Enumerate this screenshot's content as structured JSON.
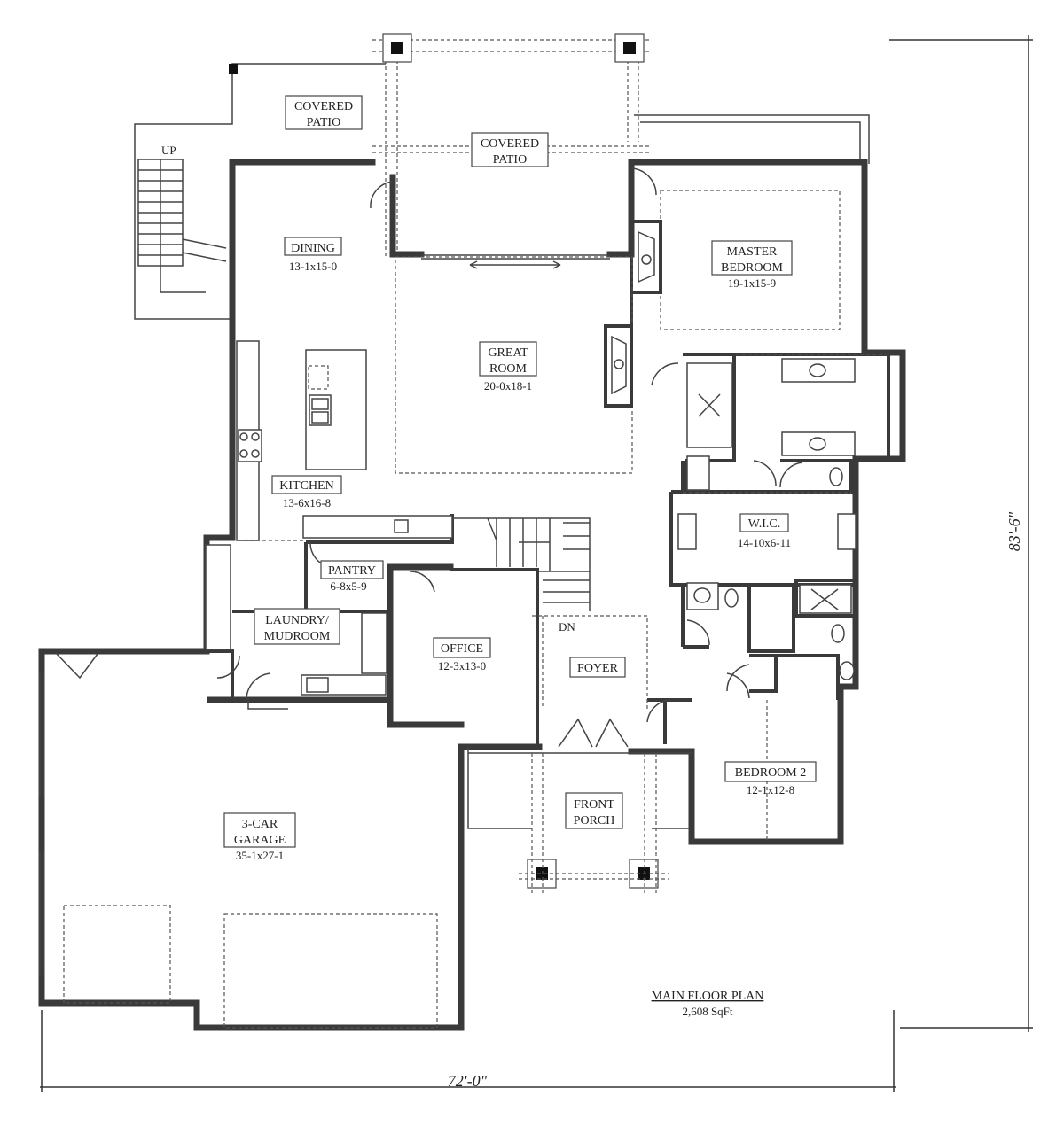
{
  "rooms": {
    "covered_patio_left": {
      "name": [
        "COVERED",
        "PATIO"
      ]
    },
    "covered_patio_center": {
      "name": [
        "COVERED",
        "PATIO"
      ]
    },
    "dining": {
      "name": [
        "DINING"
      ],
      "size": "13-1x15-0"
    },
    "master_bedroom": {
      "name": [
        "MASTER",
        "BEDROOM"
      ],
      "size": "19-1x15-9"
    },
    "great_room": {
      "name": [
        "GREAT",
        "ROOM"
      ],
      "size": "20-0x18-1"
    },
    "kitchen": {
      "name": [
        "KITCHEN"
      ],
      "size": "13-6x16-8"
    },
    "wic": {
      "name": [
        "W.I.C."
      ],
      "size": "14-10x6-11"
    },
    "pantry": {
      "name": [
        "PANTRY"
      ],
      "size": "6-8x5-9"
    },
    "laundry": {
      "name": [
        "LAUNDRY/",
        "MUDROOM"
      ]
    },
    "office": {
      "name": [
        "OFFICE"
      ],
      "size": "12-3x13-0"
    },
    "foyer": {
      "name": [
        "FOYER"
      ]
    },
    "bedroom2": {
      "name": [
        "BEDROOM 2"
      ],
      "size": "12-1x12-8"
    },
    "front_porch": {
      "name": [
        "FRONT",
        "PORCH"
      ]
    },
    "garage": {
      "name": [
        "3-CAR",
        "GARAGE"
      ],
      "size": "35-1x27-1"
    }
  },
  "stairs": {
    "up": "UP",
    "down": "DN"
  },
  "plan_title": {
    "name": "MAIN FLOOR PLAN",
    "area": "2,608 SqFt"
  },
  "dimensions": {
    "width": "72'-0\"",
    "depth": "83'-6\""
  }
}
